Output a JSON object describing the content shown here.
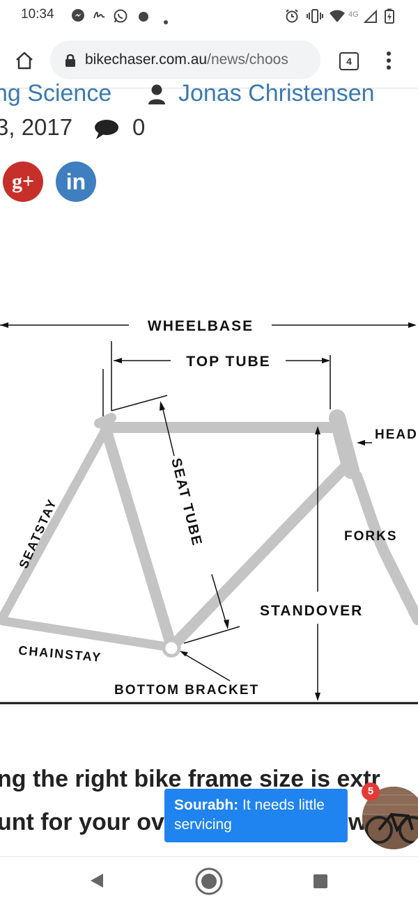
{
  "status_bar": {
    "time": "10:34",
    "network": "4G",
    "left_icons": [
      "messenger-icon",
      "signature-app-icon",
      "whatsapp-icon",
      "dot-icon",
      "small-dot-icon"
    ],
    "right_icons": [
      "alarm-icon",
      "vibrate-icon",
      "wifi-icon",
      "signal-icon",
      "battery-icon"
    ]
  },
  "browser": {
    "url_domain": "bikechaser.com.au",
    "url_path": "/news/choos",
    "tab_count": "4"
  },
  "article": {
    "category": "ng Science",
    "author": "Jonas Christensen",
    "date": "3, 2017",
    "comment_count": "0",
    "social": {
      "gplus_label": "g+",
      "linkedin_label": "in"
    }
  },
  "diagram": {
    "labels": {
      "wheelbase": "WHEELBASE",
      "top_tube": "TOP TUBE",
      "head": "HEAD",
      "seat_tube": "SEAT TUBE",
      "seatstay": "SEATSTAY",
      "forks": "FORKS",
      "standover": "STANDOVER",
      "chainstay": "CHAINSTAY",
      "bottom_bracket": "BOTTOM BRACKET"
    }
  },
  "body": {
    "line1": "ng the right bike frame size is extr",
    "line2": "unt for your ov"
  },
  "chat": {
    "sender": "Sourabh:",
    "message_part1": "It needs little",
    "message_part2": "servicing",
    "badge_count": "5",
    "line2_tail": "w"
  },
  "colors": {
    "link_blue": "#3b79b0",
    "gplus_red": "#c7302a",
    "linkedin_blue": "#3f7fbf",
    "chat_blue": "#1f83f0",
    "frame_gray": "#c4c4c4"
  }
}
